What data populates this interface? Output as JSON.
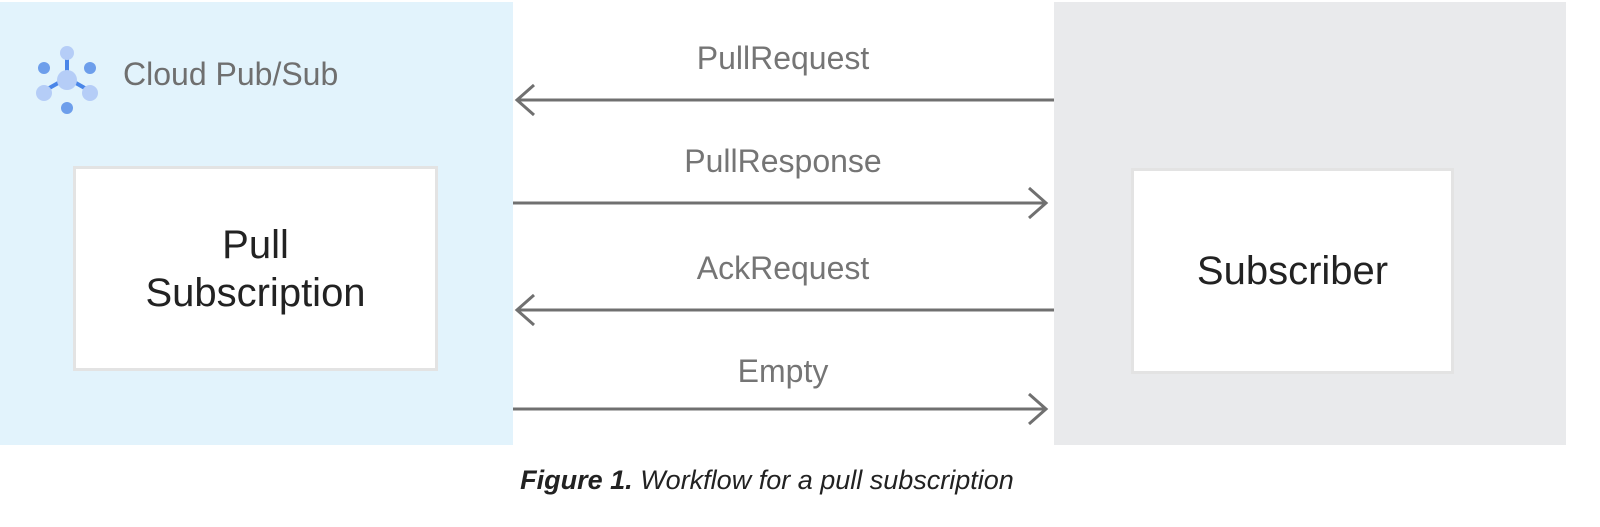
{
  "brand": {
    "name": "Cloud Pub/Sub",
    "icon": "pubsub-icon",
    "icon_colors": [
      "#6d9eeb",
      "#b5cdf7",
      "#4a86e8"
    ]
  },
  "left_panel": {
    "box_label_line1": "Pull",
    "box_label_line2": "Subscription",
    "color": "#e2f3fc"
  },
  "right_panel": {
    "box_label": "Subscriber",
    "color": "#e9eaec"
  },
  "messages": [
    {
      "label": "PullRequest",
      "direction": "left"
    },
    {
      "label": "PullResponse",
      "direction": "right"
    },
    {
      "label": "AckRequest",
      "direction": "left"
    },
    {
      "label": "Empty",
      "direction": "right"
    }
  ],
  "caption": {
    "figure": "Figure 1.",
    "text": " Workflow for a pull subscription"
  }
}
